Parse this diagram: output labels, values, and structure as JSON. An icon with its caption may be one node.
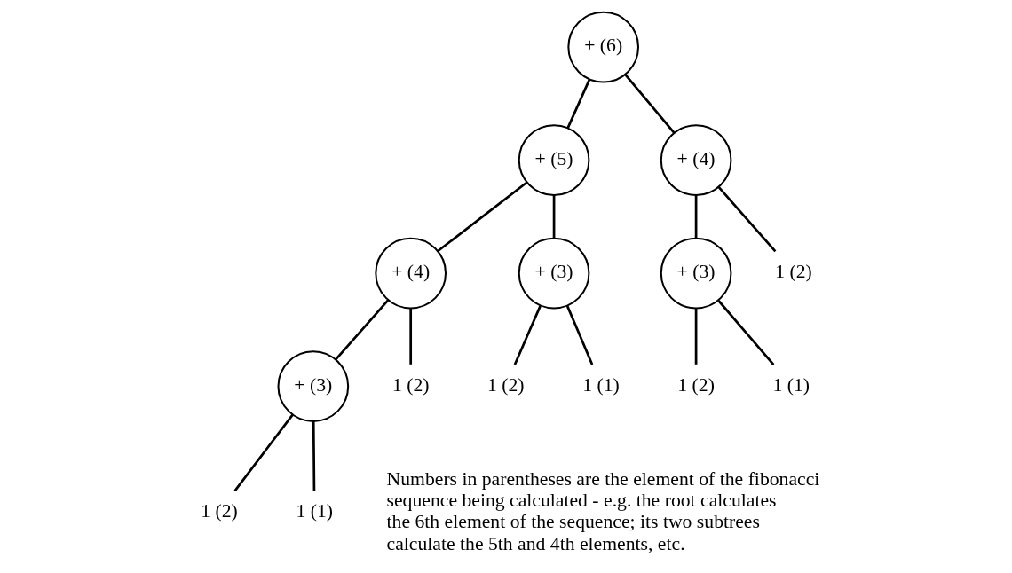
{
  "diagram": {
    "nodes": [
      {
        "text": [
          "+ (6)"
        ]
      },
      {
        "text": [
          "+ (5)"
        ]
      },
      {
        "text": [
          "+ (4)"
        ]
      },
      {
        "text": [
          "+ (4)"
        ]
      },
      {
        "text": [
          "+ (3)"
        ]
      },
      {
        "text": [
          "+ (3)"
        ]
      },
      {
        "text": [
          "1 (2)"
        ]
      },
      {
        "text": [
          "+ (3)"
        ]
      },
      {
        "text": [
          "1 (2)"
        ]
      },
      {
        "text": [
          "1 (2)"
        ]
      },
      {
        "text": [
          "1 (1)"
        ]
      },
      {
        "text": [
          "1 (2)"
        ]
      },
      {
        "text": [
          "1 (1)"
        ]
      },
      {
        "text": [
          "1 (2)"
        ]
      },
      {
        "text": [
          "1 (1)"
        ]
      }
    ],
    "edges": [
      {
        "from": 0,
        "to": 1,
        "arrow": "none"
      },
      {
        "from": 0,
        "to": 2,
        "arrow": "none"
      },
      {
        "from": 1,
        "to": 3,
        "arrow": "none"
      },
      {
        "from": 1,
        "to": 4,
        "arrow": "none"
      },
      {
        "from": 2,
        "to": 5,
        "arrow": "none"
      },
      {
        "from": 2,
        "to": 6,
        "arrow": "none"
      },
      {
        "from": 3,
        "to": 7,
        "arrow": "none"
      },
      {
        "from": 3,
        "to": 8,
        "arrow": "none"
      },
      {
        "from": 4,
        "to": 9,
        "arrow": "none"
      },
      {
        "from": 4,
        "to": 10,
        "arrow": "none"
      },
      {
        "from": 5,
        "to": 11,
        "arrow": "none"
      },
      {
        "from": 5,
        "to": 12,
        "arrow": "none"
      },
      {
        "from": 7,
        "to": 13,
        "arrow": "none"
      },
      {
        "from": 7,
        "to": 14,
        "arrow": "none"
      }
    ],
    "labels": [
      "Numbers in parentheses are the element of the fibonacci sequence being calculated - e.g. the root calculates the 6th element of the sequence; its two subtrees calculate the 5th and 4th elements, etc."
    ]
  }
}
